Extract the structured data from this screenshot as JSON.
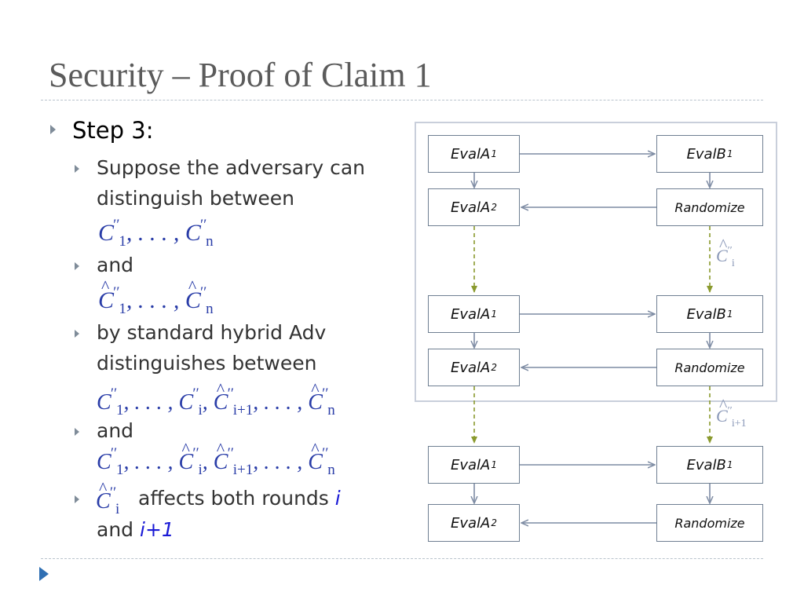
{
  "slide": {
    "title": "Security – Proof of Claim 1",
    "step": "Step 3:",
    "bullets": {
      "b1_line1": "Suppose the adversary can",
      "b1_line2": "distinguish between",
      "b2": "and",
      "b3_line1": "by standard hybrid Adv",
      "b3_line2": "distinguishes between",
      "b4": "and",
      "b5_text": "affects both rounds",
      "b5_i": "i",
      "b5_and": "and",
      "b5_i1": "i+1"
    },
    "math": {
      "C": "C",
      "dots": ", . . . , ",
      "comma": ", ",
      "sub1": "1",
      "subn": "n",
      "subi": "i",
      "subi1": "i+1",
      "pp": "′′"
    }
  },
  "diagram": {
    "evalA1": "EvalA",
    "evalA2": "EvalA",
    "evalB1": "EvalB",
    "randomize": "Randomize",
    "sub1": "1",
    "sub2": "2",
    "label_C": "C",
    "label_pp": "′′",
    "label_i": "i",
    "label_i1": "i+1",
    "colors": {
      "box_border": "#6f7f92",
      "arrow": "#7d8ba3",
      "dashed_arrow": "#8a9a2e",
      "frame": "#c9cfdb",
      "label": "#8a98b8"
    }
  }
}
